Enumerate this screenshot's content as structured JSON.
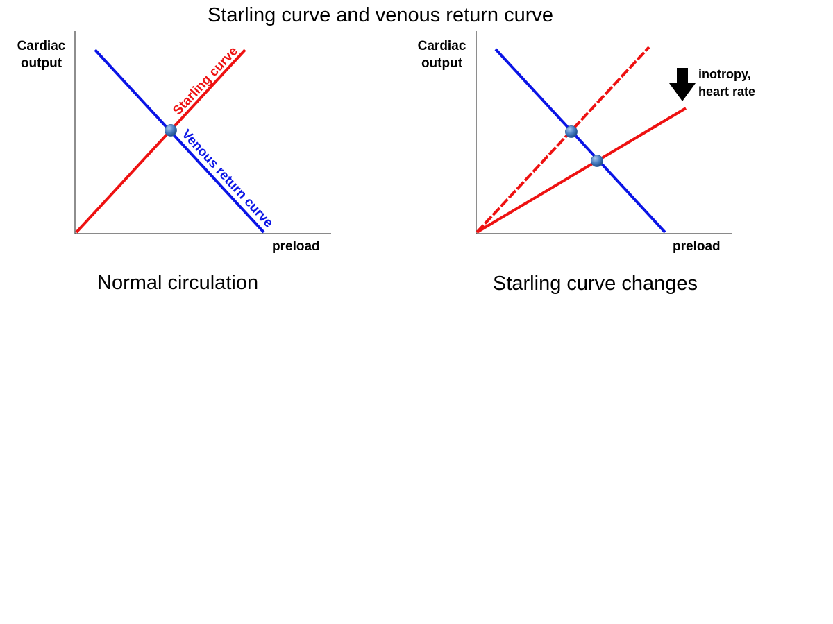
{
  "title": "Starling curve and venous return curve",
  "panels": [
    {
      "ylabel": [
        "Cardiac",
        "output"
      ],
      "xlabel": "preload",
      "caption": "Normal circulation",
      "starling_label": "Starling curve",
      "venous_label": "Venous return curve"
    },
    {
      "ylabel": [
        "Cardiac",
        "output"
      ],
      "xlabel": "preload",
      "caption": "Starling curve changes",
      "annotation": [
        "inotropy,",
        "heart rate"
      ]
    }
  ],
  "colors": {
    "starling": "#ee1111",
    "venous": "#0a14e6",
    "axis": "#444444",
    "point": "#4a7fc1",
    "arrow": "#000000"
  },
  "icons": {
    "equilibrium": "circle-point",
    "decrease": "down-arrow"
  }
}
